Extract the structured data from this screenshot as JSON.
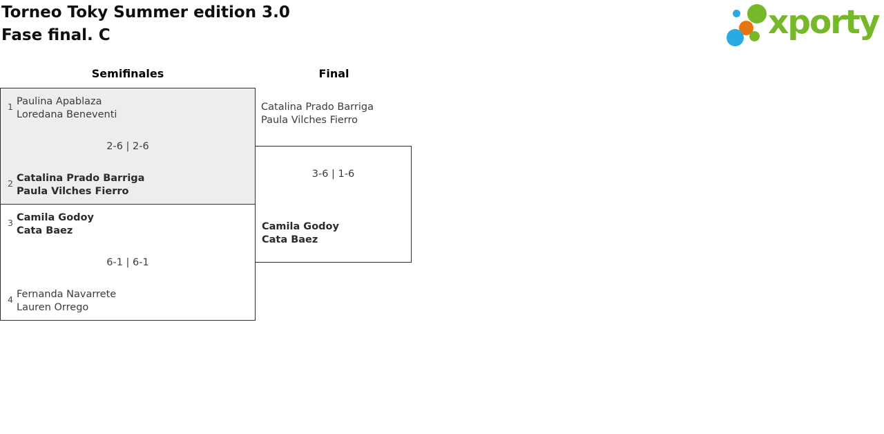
{
  "header": {
    "title_line1": "Torneo Toky Summer edition 3.0",
    "title_line2": "Fase final. C"
  },
  "logo": {
    "wordmark": "xporty"
  },
  "colors": {
    "logo_green": "#76b82a",
    "logo_blue": "#29abe2",
    "logo_orange": "#e8750f",
    "match_box_highlight": "#ededed",
    "box_border": "#2d2d2d",
    "text": "#3b3b3b"
  },
  "bracket": {
    "round_headers": [
      {
        "label": "Semifinales"
      },
      {
        "label": "Final"
      }
    ],
    "semifinals": [
      {
        "team1": {
          "seed": "1",
          "player1": "Paulina Apablaza",
          "player2": "Loredana Beneventi",
          "winner": false
        },
        "score": "2-6 | 2-6",
        "team2": {
          "seed": "2",
          "player1": "Catalina Prado Barriga",
          "player2": "Paula Vilches Fierro",
          "winner": true
        }
      },
      {
        "team1": {
          "seed": "3",
          "player1": "Camila Godoy",
          "player2": "Cata Baez",
          "winner": true
        },
        "score": "6-1 | 6-1",
        "team2": {
          "seed": "4",
          "player1": "Fernanda Navarrete",
          "player2": "Lauren Orrego",
          "winner": false
        }
      }
    ],
    "final": {
      "team1": {
        "player1": "Catalina Prado Barriga",
        "player2": "Paula Vilches Fierro",
        "winner": false
      },
      "score": "3-6 | 1-6",
      "team2": {
        "player1": "Camila Godoy",
        "player2": "Cata Baez",
        "winner": true
      }
    }
  }
}
